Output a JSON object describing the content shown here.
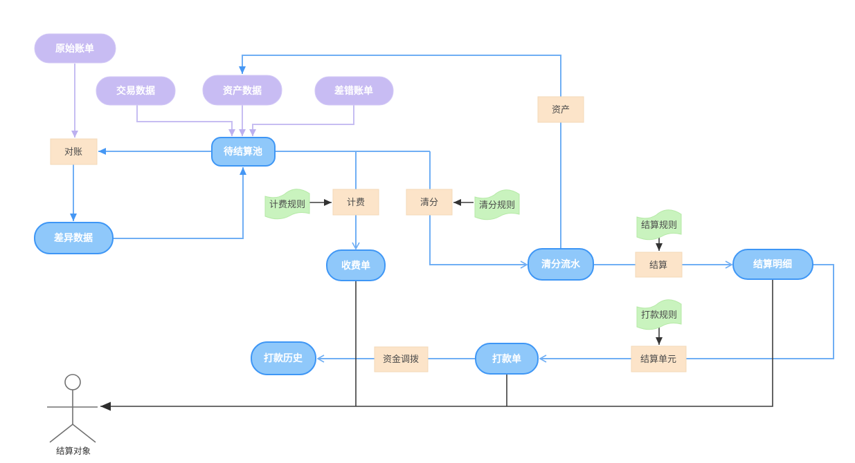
{
  "diagram": {
    "nodes": {
      "original_bill": {
        "label": "原始账单"
      },
      "transaction_data": {
        "label": "交易数据"
      },
      "asset_data": {
        "label": "资产数据"
      },
      "error_bill": {
        "label": "差错账单"
      },
      "reconciliation": {
        "label": "对账"
      },
      "pending_pool": {
        "label": "待结算池"
      },
      "difference_data": {
        "label": "差异数据"
      },
      "billing_rules": {
        "label": "计费规则"
      },
      "billing": {
        "label": "计费"
      },
      "clearing": {
        "label": "清分"
      },
      "clearing_rules": {
        "label": "清分规则"
      },
      "fee_bill": {
        "label": "收费单"
      },
      "asset": {
        "label": "资产"
      },
      "clearing_flow": {
        "label": "清分流水"
      },
      "settlement_rules": {
        "label": "结算规则"
      },
      "settlement": {
        "label": "结算"
      },
      "settlement_detail": {
        "label": "结算明细"
      },
      "payment_rules": {
        "label": "打款规则"
      },
      "settlement_unit": {
        "label": "结算单元"
      },
      "payment_bill": {
        "label": "打款单"
      },
      "fund_transfer": {
        "label": "资金调拨"
      },
      "payment_history": {
        "label": "打款历史"
      }
    },
    "actor": {
      "label": "结算对象"
    },
    "colors": {
      "purple_fill": "#C8BCF3",
      "blue_fill": "#8FC8FA",
      "blue_stroke": "#3E96F5",
      "orange_fill": "#FCE4C9",
      "green_fill": "#C9F3BE",
      "line_blue": "#6FAEF4",
      "line_purple": "#C6BDF2",
      "line_dark": "#3C3C3C"
    }
  }
}
